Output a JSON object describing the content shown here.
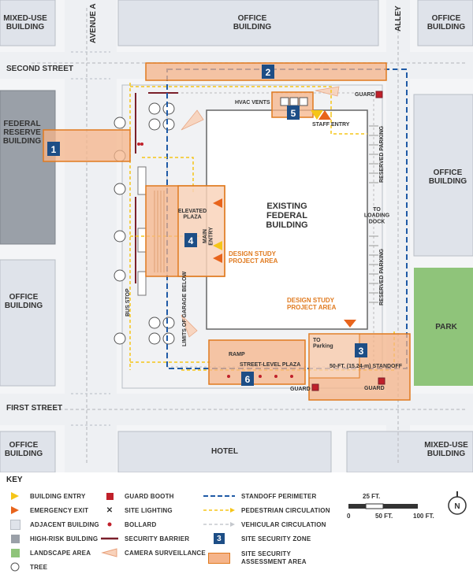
{
  "map": {
    "buildings": {
      "mixed_use_nw": "MIXED-USE\nBUILDING",
      "office_north": "OFFICE\nBUILDING",
      "office_ne": "OFFICE\nBUILDING",
      "federal_reserve": "FEDERAL\nRESERVE\nBUILDING",
      "office_west": "OFFICE\nBUILDING",
      "office_east": "OFFICE\nBUILDING",
      "existing_federal": "EXISTING\nFEDERAL\nBUILDING",
      "office_sw": "OFFICE\nBUILDING",
      "hotel": "HOTEL",
      "mixed_use_se": "MIXED-USE\nBUILDING",
      "park": "PARK"
    },
    "streets": {
      "avenue_a": "AVENUE A",
      "alley": "ALLEY",
      "second_street": "SECOND STREET",
      "first_street": "FIRST STREET"
    },
    "labels": {
      "hvac_vents": "HVAC VENTS",
      "staff_entry": "STAFF ENTRY",
      "guard_top": "GUARD",
      "reserved_parking_1": "RESERVED PARKING",
      "reserved_parking_2": "RESERVED PARKING",
      "to_loading_dock": "TO\nLOADING\nDOCK",
      "elevated_plaza": "ELEVATED\nPLAZA",
      "main_entry": "MAIN\nENTRY",
      "design_study_1": "DESIGN STUDY\nPROJECT AREA",
      "design_study_2": "DESIGN STUDY\nPROJECT AREA",
      "limits_garage": "LIMITS OF GARAGE BELOW",
      "bus_stop": "BUS STOP",
      "ramp": "RAMP",
      "street_level_plaza": "STREET-LEVEL PLAZA",
      "to_parking": "TO\nParking",
      "standoff": "50-FT. (15.24-m) STANDOFF",
      "guard_bottom_1": "GUARD",
      "guard_bottom_2": "GUARD"
    },
    "zones": [
      "1",
      "2",
      "3",
      "4",
      "5",
      "6"
    ]
  },
  "key": {
    "title": "KEY",
    "items": [
      {
        "label": "BUILDING ENTRY",
        "icon": "triangle-yellow"
      },
      {
        "label": "EMERGENCY EXIT",
        "icon": "triangle-orange"
      },
      {
        "label": "ADJACENT BUILDING",
        "icon": "square-light-gray"
      },
      {
        "label": "HIGH-RISK BUILDING",
        "icon": "square-dark-gray"
      },
      {
        "label": "LANDSCAPE AREA",
        "icon": "square-green"
      },
      {
        "label": "TREE",
        "icon": "tree-circle"
      },
      {
        "label": "GUARD BOOTH",
        "icon": "square-red"
      },
      {
        "label": "SITE LIGHTING",
        "icon": "x-mark"
      },
      {
        "label": "BOLLARD",
        "icon": "dot-red"
      },
      {
        "label": "SECURITY BARRIER",
        "icon": "line-maroon"
      },
      {
        "label": "CAMERA SURVEILLANCE",
        "icon": "cone-orange"
      },
      {
        "label": "STANDOFF PERIMETER",
        "icon": "dashed-blue"
      },
      {
        "label": "PEDESTRIAN CIRCULATION",
        "icon": "dashed-yellow-arrow"
      },
      {
        "label": "VEHICULAR CIRCULATION",
        "icon": "dashed-gray-arrow"
      },
      {
        "label": "SITE SECURITY ZONE",
        "icon": "blue-number"
      },
      {
        "label": "SITE SECURITY\nASSESSMENT AREA",
        "icon": "orange-rect"
      }
    ],
    "zone_symbol": "3"
  },
  "scale": {
    "label_top": "25 FT.",
    "ticks": [
      "0",
      "50 FT.",
      "100 FT."
    ]
  },
  "north": "N",
  "colors": {
    "building_light": "#dfe3ea",
    "building_dark": "#9aa0a8",
    "landscape": "#8fc47a",
    "zone_box": "#1d4e86",
    "assessment_fill": "#f5b48a",
    "assessment_stroke": "#e07a1f",
    "standoff": "#1f5aa6",
    "pedestrian": "#f5c518",
    "emergency": "#e8641c",
    "guard": "#c0202a"
  }
}
